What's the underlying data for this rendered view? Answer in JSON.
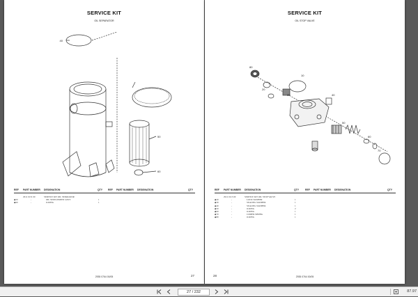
{
  "left_page": {
    "title": "SERVICE KIT",
    "subtitle": "OIL SEPARATOR",
    "headers": [
      "REF",
      "PART NUMBER",
      "DESIGNATION",
      "QTY",
      "REF",
      "PART NUMBER",
      "DESIGNATION",
      "QTY"
    ],
    "rows": [
      {
        "ref": "",
        "part": "2911 0131 00",
        "desc": "SERVICE KIT OIL SEPARATOR",
        "qty": ""
      },
      {
        "ref": "◆50",
        "part": "-",
        "desc": "OIL SEP.ELEMENT ASSY",
        "qty": "1"
      },
      {
        "ref": "◆60",
        "part": "-",
        "desc": "O-RING",
        "qty": "1"
      }
    ],
    "callouts": [
      "40",
      "50",
      "60"
    ],
    "footer_code": "2935 0764 00/05",
    "page_number": "27"
  },
  "right_page": {
    "title": "SERVICE KIT",
    "subtitle": "OIL STOP VALVE",
    "headers": [
      "REF",
      "PART NUMBER",
      "DESIGNATION",
      "QTY",
      "REF",
      "PART NUMBER",
      "DESIGNATION",
      "QTY"
    ],
    "rows": [
      {
        "ref": "",
        "part": "2911 0113 00",
        "desc": "SERVICE KIT OIL STOP VALVE",
        "qty": ""
      },
      {
        "ref": "◆20",
        "part": "-",
        "desc": "LOCK WASHER",
        "qty": "1"
      },
      {
        "ref": "◆30",
        "part": "-",
        "desc": "SEALING WASHER",
        "qty": "1"
      },
      {
        "ref": "◆40",
        "part": "-",
        "desc": "SEALING WASHER",
        "qty": "1"
      },
      {
        "ref": "◆50",
        "part": "-",
        "desc": "O-RING",
        "qty": "2"
      },
      {
        "ref": "◆60",
        "part": "-",
        "desc": "O-RING",
        "qty": "1"
      },
      {
        "ref": "◆70",
        "part": "-",
        "desc": "COMPR.SPRING",
        "qty": "1"
      },
      {
        "ref": "◆80",
        "part": "-",
        "desc": "O-RING",
        "qty": "1"
      }
    ],
    "callouts": [
      "80",
      "10",
      "20",
      "30",
      "40",
      "50",
      "60",
      "70"
    ],
    "footer_code": "2935 0764 00/05",
    "page_number": "28"
  },
  "toolbar": {
    "page_field": "27 / 232",
    "zoom": "87.97"
  }
}
